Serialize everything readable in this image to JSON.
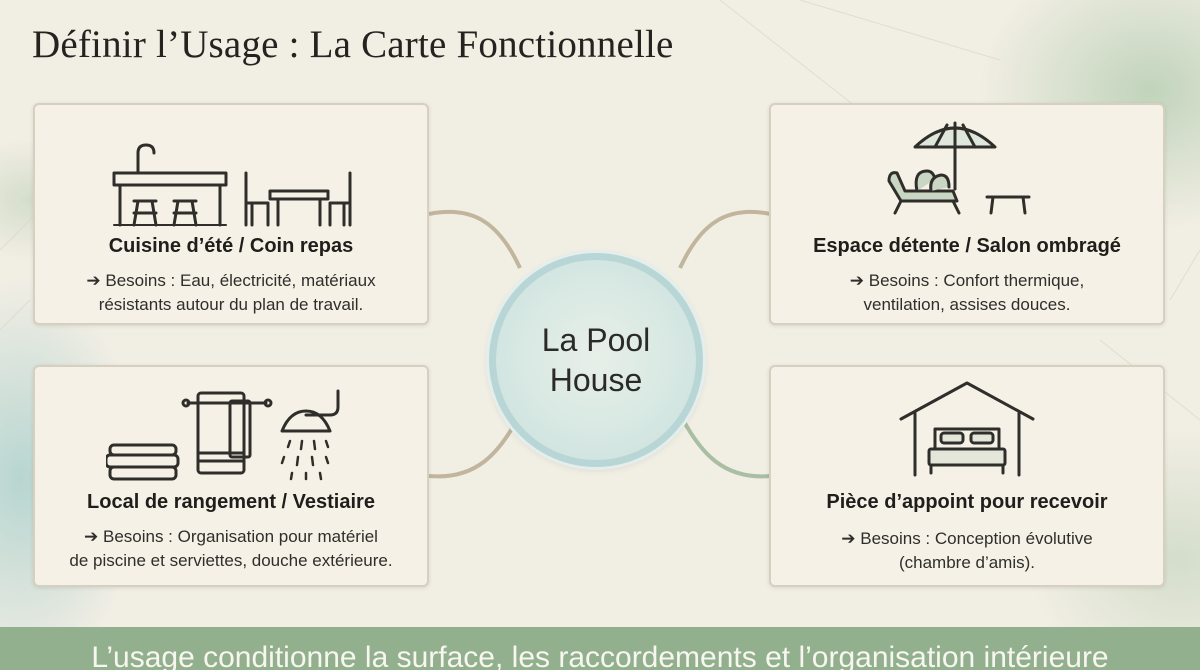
{
  "title": "Définir l’Usage : La Carte Fonctionnelle",
  "hub": {
    "line1": "La Pool",
    "line2": "House"
  },
  "cards": {
    "kitchen": {
      "title": "Cuisine d’été / Coin repas",
      "line1": "➔ Besoins : Eau, électricité, matériaux",
      "line2": "résistants autour du plan de travail."
    },
    "storage": {
      "title": "Local de rangement / Vestiaire",
      "line1": "➔ Besoins : Organisation pour matériel",
      "line2": "de piscine et serviettes, douche extérieure."
    },
    "lounge": {
      "title": "Espace détente / Salon ombragé",
      "line1": "➔ Besoins : Confort thermique,",
      "line2": "ventilation, assises douces."
    },
    "guest": {
      "title": "Pièce d’appoint pour recevoir",
      "line1": "➔ Besoins : Conception évolutive",
      "line2": "(chambre d’amis)."
    }
  },
  "footer": "L’usage conditionne la surface, les raccordements et l’organisation intérieure",
  "colors": {
    "background": "#f1eee4",
    "footer": "#92b08e",
    "hub_ring": "#b9d6d6",
    "connector_tan": "#c2b59d",
    "connector_green": "#a9bea3"
  }
}
